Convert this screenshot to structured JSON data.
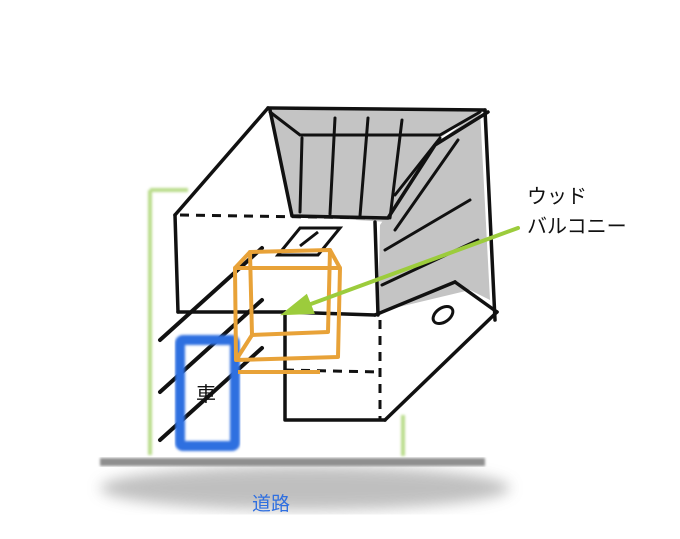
{
  "labels": {
    "wood_balcony_line1": "ウッド",
    "wood_balcony_line2": "バルコニー",
    "car": "車",
    "road": "道路"
  },
  "colors": {
    "ink": "#111111",
    "roof_fill": "#c4c4c4",
    "balcony_frame": "#e8a238",
    "arrow": "#9ccc3c",
    "guide_line": "#b9dc8a",
    "car": "#2f6fe0",
    "road_shadow": "#9a9a9a"
  }
}
